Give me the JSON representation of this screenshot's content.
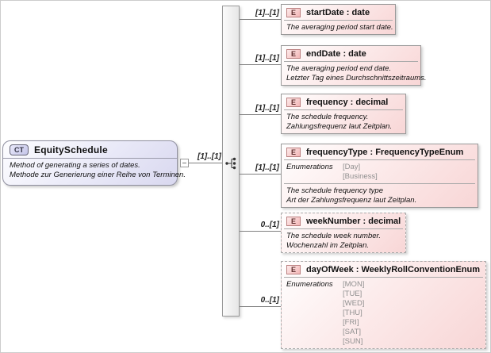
{
  "colors": {
    "element_fill": "#f8d6d6",
    "complex_type_fill": "#d9d8ef",
    "enum_value_text": "#909090",
    "border": "#999999"
  },
  "root": {
    "kind_badge": "CT",
    "label": "EquitySchedule",
    "annotations": [
      "Method of generating a series of dates.",
      "Methode zur Generierung einer Reihe von Terminen."
    ],
    "cardinality": "[1]..[1]"
  },
  "compositor": {
    "kind": "sequence"
  },
  "elements": [
    {
      "kind_badge": "E",
      "label": "startDate : date",
      "cardinality": "[1]..[1]",
      "annotations": [
        "The averaging period start date."
      ]
    },
    {
      "kind_badge": "E",
      "label": "endDate : date",
      "cardinality": "[1]..[1]",
      "annotations": [
        "The averaging period end date.",
        "Letzter Tag eines Durchschnittszeitraums."
      ]
    },
    {
      "kind_badge": "E",
      "label": "frequency : decimal",
      "cardinality": "[1]..[1]",
      "annotations": [
        "The schedule frequency.",
        "Zahlungsfrequenz laut Zeitplan."
      ]
    },
    {
      "kind_badge": "E",
      "label": "frequencyType : FrequencyTypeEnum",
      "cardinality": "[1]..[1]",
      "enumerations_label": "Enumerations",
      "enumerations": [
        "[Day]",
        "[Business]"
      ],
      "annotations": [
        "The schedule frequency type",
        "Art der Zahlungsfrequenz laut Zeitplan."
      ]
    },
    {
      "kind_badge": "E",
      "label": "weekNumber : decimal",
      "cardinality": "0..[1]",
      "annotations": [
        "The schedule week number.",
        "Wochenzahl im Zeitplan."
      ]
    },
    {
      "kind_badge": "E",
      "label": "dayOfWeek : WeeklyRollConventionEnum",
      "cardinality": "0..[1]",
      "enumerations_label": "Enumerations",
      "enumerations": [
        "[MON]",
        "[TUE]",
        "[WED]",
        "[THU]",
        "[FRI]",
        "[SAT]",
        "[SUN]"
      ]
    }
  ]
}
